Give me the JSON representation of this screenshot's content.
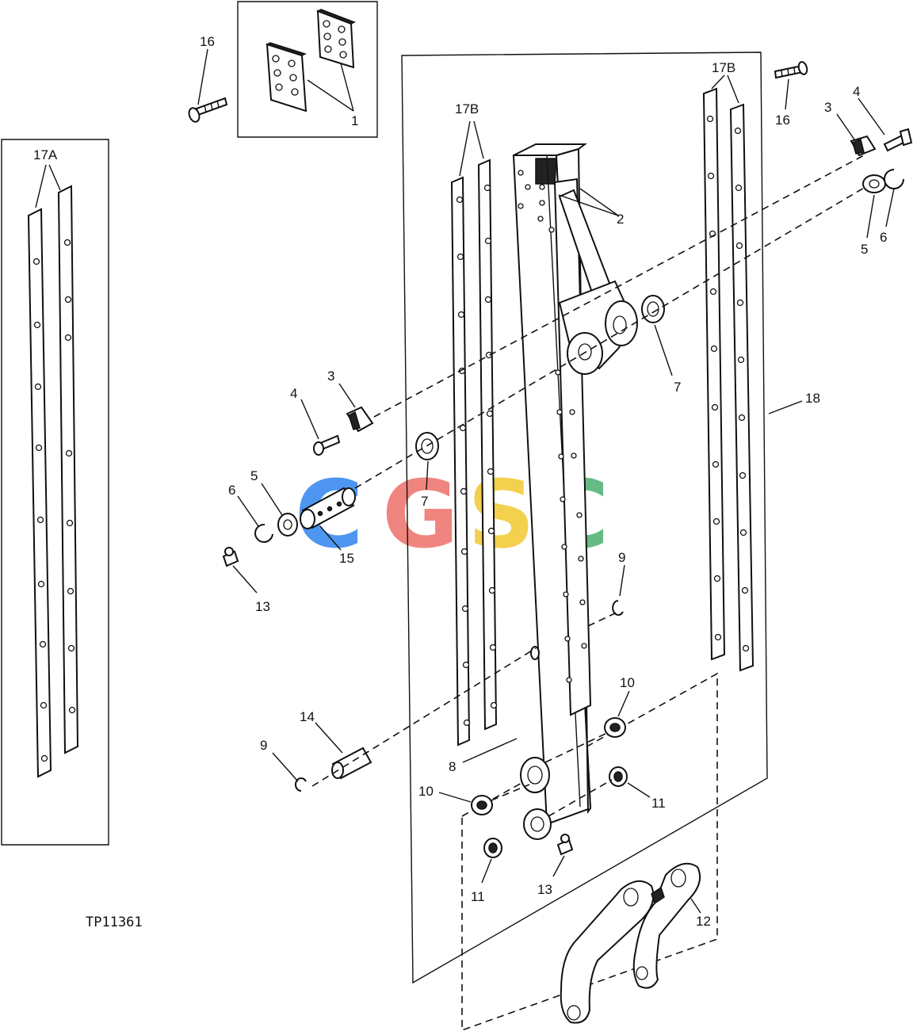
{
  "figure_code": "TP11361",
  "watermark": {
    "letters": [
      "C",
      "G",
      "S",
      "C"
    ],
    "colors": [
      "#3f8ef0",
      "#ef7a74",
      "#f2cd3e",
      "#57b77a"
    ]
  },
  "callouts": {
    "c1": "1",
    "c2": "2",
    "c3a": "3",
    "c3b": "3",
    "c4a": "4",
    "c4b": "4",
    "c5a": "5",
    "c5b": "5",
    "c6a": "6",
    "c6b": "6",
    "c7a": "7",
    "c7b": "7",
    "c8": "8",
    "c9a": "9",
    "c9b": "9",
    "c10a": "10",
    "c10b": "10",
    "c11a": "11",
    "c11b": "11",
    "c12": "12",
    "c13a": "13",
    "c13b": "13",
    "c14": "14",
    "c15": "15",
    "c16a": "16",
    "c16b": "16",
    "c17a": "17A",
    "c17b1": "17B",
    "c17b2": "17B",
    "c18": "18"
  }
}
